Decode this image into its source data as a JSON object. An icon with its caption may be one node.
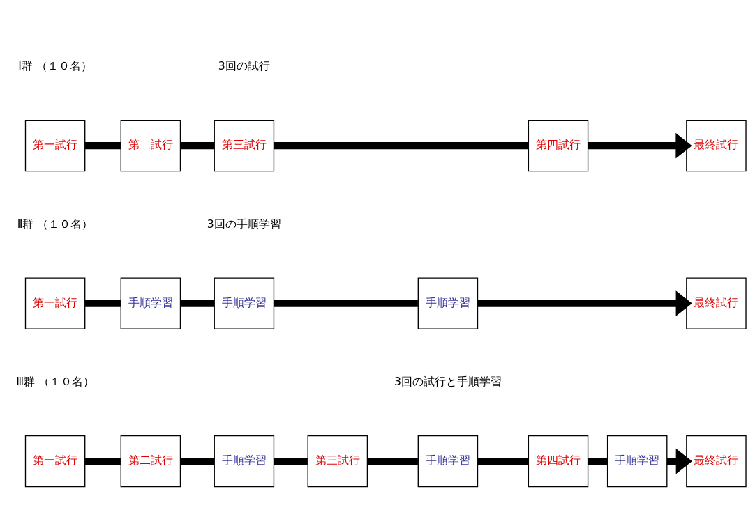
{
  "diagram": {
    "nodes": [
      {
        "text": [
          "第一試行"
        ]
      },
      {
        "text": [
          "第二試行"
        ]
      },
      {
        "text": [
          "第三試行"
        ]
      },
      {
        "text": [
          "第四試行"
        ]
      },
      {
        "text": [
          "最終試行"
        ]
      },
      {
        "text": [
          "第一試行"
        ]
      },
      {
        "text": [
          "手順学習"
        ]
      },
      {
        "text": [
          "手順学習"
        ]
      },
      {
        "text": [
          "手順学習"
        ]
      },
      {
        "text": [
          "最終試行"
        ]
      },
      {
        "text": [
          "第一試行"
        ]
      },
      {
        "text": [
          "第二試行"
        ]
      },
      {
        "text": [
          "手順学習"
        ]
      },
      {
        "text": [
          "第三試行"
        ]
      },
      {
        "text": [
          "手順学習"
        ]
      },
      {
        "text": [
          "第四試行"
        ]
      },
      {
        "text": [
          "手順学習"
        ]
      },
      {
        "text": [
          "最終試行"
        ]
      }
    ],
    "edges": [
      {
        "from": 0,
        "to": 1,
        "arrow": "none"
      },
      {
        "from": 1,
        "to": 2,
        "arrow": "none"
      },
      {
        "from": 2,
        "to": 3,
        "arrow": "none"
      },
      {
        "from": 3,
        "to": 4,
        "arrow": "to"
      },
      {
        "from": 5,
        "to": 6,
        "arrow": "none"
      },
      {
        "from": 6,
        "to": 7,
        "arrow": "none"
      },
      {
        "from": 7,
        "to": 8,
        "arrow": "none"
      },
      {
        "from": 8,
        "to": 9,
        "arrow": "to"
      },
      {
        "from": 10,
        "to": 11,
        "arrow": "none"
      },
      {
        "from": 11,
        "to": 12,
        "arrow": "none"
      },
      {
        "from": 12,
        "to": 13,
        "arrow": "none"
      },
      {
        "from": 13,
        "to": 14,
        "arrow": "none"
      },
      {
        "from": 14,
        "to": 15,
        "arrow": "none"
      },
      {
        "from": 15,
        "to": 16,
        "arrow": "none"
      },
      {
        "from": 16,
        "to": 17,
        "arrow": "to"
      }
    ],
    "labels": [
      "3回の試行",
      "Ⅰ群 （１０名）",
      "3回の手順学習",
      "Ⅱ群 （１０名）",
      "3回の試行と手順学習",
      "Ⅲ群 （１０名）"
    ]
  }
}
